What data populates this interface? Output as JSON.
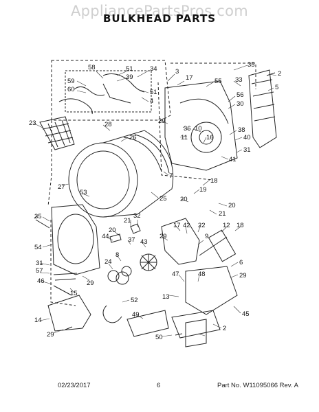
{
  "watermark": "AppliancePartsPros.com",
  "title": "BULKHEAD PARTS",
  "footer": {
    "date": "02/23/2017",
    "page": "6",
    "part": "Part No.  W11095066  Rev. A"
  },
  "callouts": [
    "58",
    "59",
    "60",
    "51",
    "39",
    "34",
    "51",
    "4",
    "3",
    "35",
    "2",
    "17",
    "55",
    "33",
    "5",
    "56",
    "30",
    "36",
    "10",
    "29",
    "11",
    "38",
    "40",
    "16",
    "31",
    "41",
    "23",
    "28",
    "26",
    "7",
    "27",
    "18",
    "19",
    "53",
    "20",
    "25",
    "20",
    "21",
    "35",
    "54",
    "20",
    "21",
    "32",
    "17",
    "42",
    "22",
    "12",
    "18",
    "44",
    "29",
    "9",
    "37",
    "43",
    "31",
    "57",
    "24",
    "8",
    "29",
    "6",
    "46",
    "29",
    "47",
    "48",
    "13",
    "15",
    "52",
    "45",
    "14",
    "49",
    "2",
    "29",
    "50"
  ]
}
